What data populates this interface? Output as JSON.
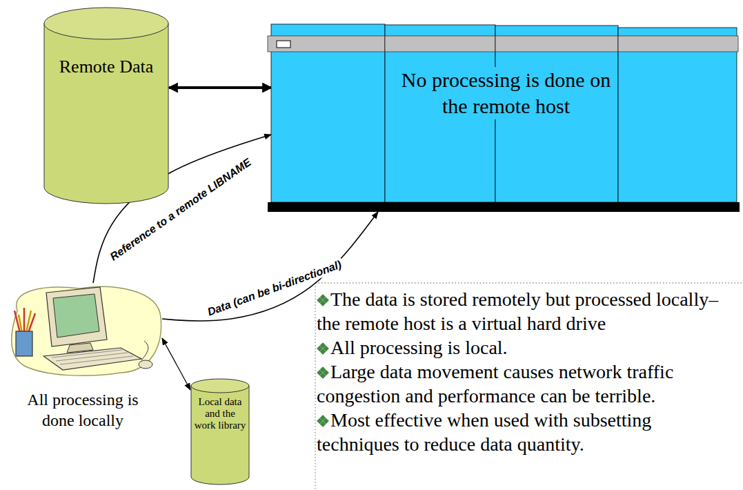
{
  "diagram": {
    "nodes": [
      {
        "text": [
          "Remote Data"
        ]
      },
      {
        "text": [
          "No processing is done on the remote host"
        ]
      },
      {
        "text": [
          "All processing is done locally"
        ]
      },
      {
        "text": [
          "Local data and the work library"
        ]
      }
    ],
    "edges": [
      {
        "from": 0,
        "to": 1,
        "arrow": "both"
      },
      {
        "from": 2,
        "to": 1,
        "label": "Reference to a remote LIBNAME",
        "arrow": "to"
      },
      {
        "from": 2,
        "to": 1,
        "label": "Data (can be bi-directional)",
        "arrow": "to"
      },
      {
        "from": 2,
        "to": 3,
        "arrow": "both"
      }
    ],
    "labels": [
      "The data is stored remotely but processed locally–the remote host is a virtual hard drive",
      "All processing is local.",
      "Large data movement causes network traffic congestion and performance can be terrible.",
      "Most effective when used with subsetting techniques to reduce data quantity."
    ]
  }
}
